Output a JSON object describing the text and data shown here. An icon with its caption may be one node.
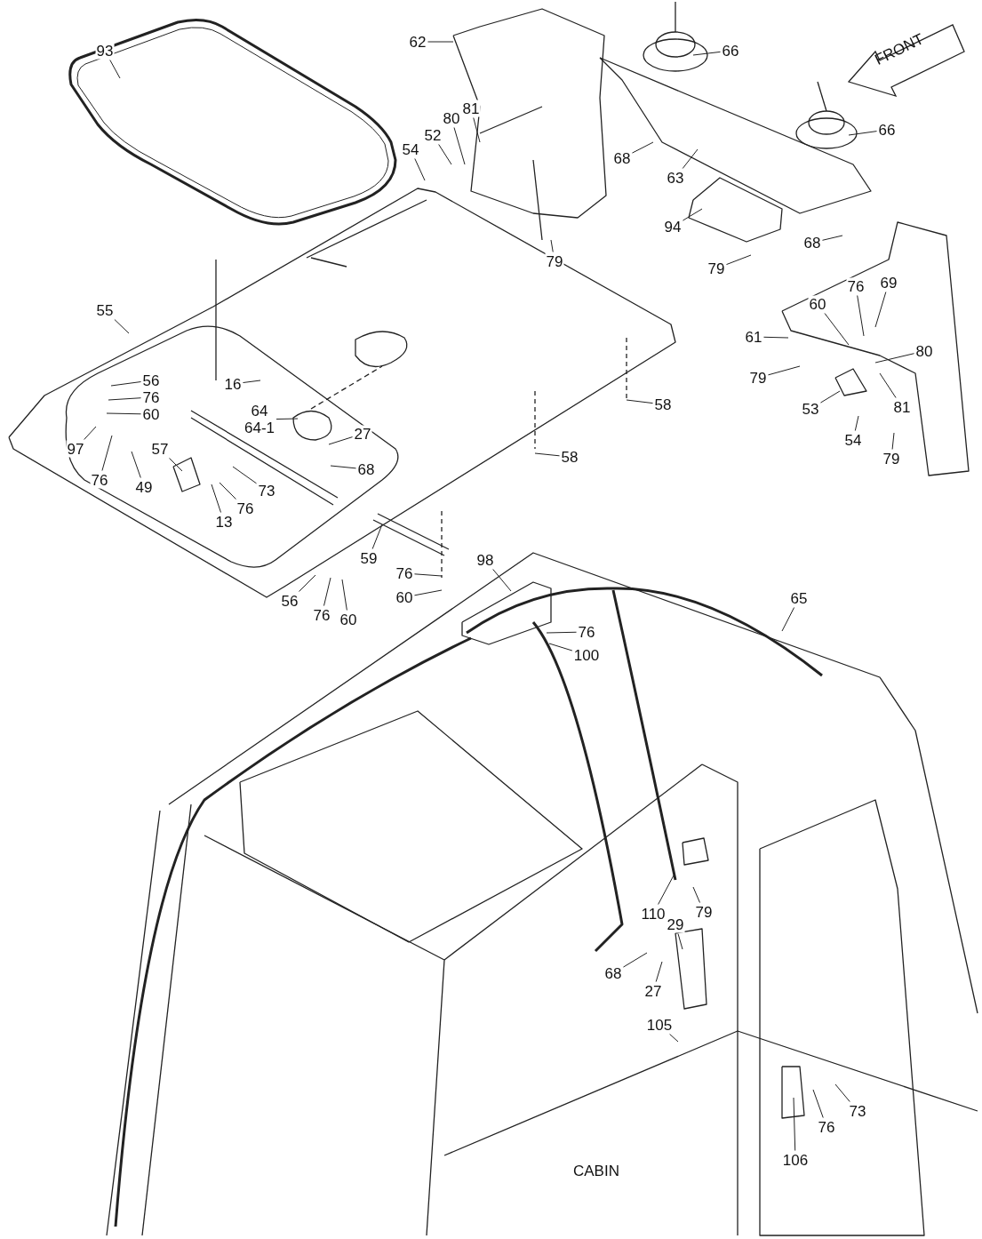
{
  "diagram": {
    "nodes": [
      {
        "text": [
          "93"
        ]
      },
      {
        "text": [
          "62"
        ]
      },
      {
        "text": [
          "80"
        ]
      },
      {
        "text": [
          "81"
        ]
      },
      {
        "text": [
          "52"
        ]
      },
      {
        "text": [
          "54"
        ]
      },
      {
        "text": [
          "66"
        ]
      },
      {
        "text": [
          "66"
        ]
      },
      {
        "text": [
          "68"
        ]
      },
      {
        "text": [
          "63"
        ]
      },
      {
        "text": [
          "94"
        ]
      },
      {
        "text": [
          "79"
        ]
      },
      {
        "text": [
          "79"
        ]
      },
      {
        "text": [
          "68"
        ]
      },
      {
        "text": [
          "55"
        ]
      },
      {
        "text": [
          "16"
        ]
      },
      {
        "text": [
          "56"
        ]
      },
      {
        "text": [
          "76"
        ]
      },
      {
        "text": [
          "60"
        ]
      },
      {
        "text": [
          "97"
        ]
      },
      {
        "text": [
          "76"
        ]
      },
      {
        "text": [
          "49"
        ]
      },
      {
        "text": [
          "64",
          "64-1"
        ]
      },
      {
        "text": [
          "27"
        ]
      },
      {
        "text": [
          "68"
        ]
      },
      {
        "text": [
          "57"
        ]
      },
      {
        "text": [
          "13"
        ]
      },
      {
        "text": [
          "76"
        ]
      },
      {
        "text": [
          "73"
        ]
      },
      {
        "text": [
          "59"
        ]
      },
      {
        "text": [
          "76"
        ]
      },
      {
        "text": [
          "60"
        ]
      },
      {
        "text": [
          "56"
        ]
      },
      {
        "text": [
          "76"
        ]
      },
      {
        "text": [
          "60"
        ]
      },
      {
        "text": [
          "69"
        ]
      },
      {
        "text": [
          "76"
        ]
      },
      {
        "text": [
          "60"
        ]
      },
      {
        "text": [
          "61"
        ]
      },
      {
        "text": [
          "80"
        ]
      },
      {
        "text": [
          "79"
        ]
      },
      {
        "text": [
          "53"
        ]
      },
      {
        "text": [
          "81"
        ]
      },
      {
        "text": [
          "54"
        ]
      },
      {
        "text": [
          "79"
        ]
      },
      {
        "text": [
          "58"
        ]
      },
      {
        "text": [
          "58"
        ]
      },
      {
        "text": [
          "98"
        ]
      },
      {
        "text": [
          "76"
        ]
      },
      {
        "text": [
          "100"
        ]
      },
      {
        "text": [
          "65"
        ]
      },
      {
        "text": [
          "110"
        ]
      },
      {
        "text": [
          "79"
        ]
      },
      {
        "text": [
          "29"
        ]
      },
      {
        "text": [
          "68"
        ]
      },
      {
        "text": [
          "27"
        ]
      },
      {
        "text": [
          "105"
        ]
      },
      {
        "text": [
          "76"
        ]
      },
      {
        "text": [
          "73"
        ]
      },
      {
        "text": [
          "106"
        ]
      }
    ],
    "edges": [
      {
        "from": 0,
        "to": null,
        "arrow": "none"
      },
      {
        "from": 1,
        "to": null,
        "arrow": "none"
      },
      {
        "from": 2,
        "to": null,
        "arrow": "none"
      },
      {
        "from": 3,
        "to": null,
        "arrow": "none"
      },
      {
        "from": 4,
        "to": null,
        "arrow": "none"
      },
      {
        "from": 5,
        "to": null,
        "arrow": "none"
      },
      {
        "from": 6,
        "to": null,
        "arrow": "none"
      },
      {
        "from": 7,
        "to": null,
        "arrow": "none"
      },
      {
        "from": 8,
        "to": null,
        "arrow": "none"
      },
      {
        "from": 9,
        "to": null,
        "arrow": "none"
      },
      {
        "from": 10,
        "to": null,
        "arrow": "none"
      },
      {
        "from": 11,
        "to": null,
        "arrow": "none"
      },
      {
        "from": 12,
        "to": null,
        "arrow": "none"
      },
      {
        "from": 13,
        "to": null,
        "arrow": "none"
      },
      {
        "from": 14,
        "to": null,
        "arrow": "none"
      },
      {
        "from": 15,
        "to": null,
        "arrow": "none"
      },
      {
        "from": 16,
        "to": null,
        "arrow": "none"
      },
      {
        "from": 17,
        "to": null,
        "arrow": "none"
      },
      {
        "from": 18,
        "to": null,
        "arrow": "none"
      },
      {
        "from": 19,
        "to": null,
        "arrow": "none"
      },
      {
        "from": 20,
        "to": null,
        "arrow": "none"
      },
      {
        "from": 21,
        "to": null,
        "arrow": "none"
      },
      {
        "from": 22,
        "to": null,
        "arrow": "none"
      },
      {
        "from": 23,
        "to": null,
        "arrow": "none"
      },
      {
        "from": 24,
        "to": null,
        "arrow": "none"
      },
      {
        "from": 25,
        "to": null,
        "arrow": "none"
      },
      {
        "from": 26,
        "to": null,
        "arrow": "none"
      },
      {
        "from": 27,
        "to": null,
        "arrow": "none"
      },
      {
        "from": 28,
        "to": null,
        "arrow": "none"
      },
      {
        "from": 29,
        "to": null,
        "arrow": "none"
      },
      {
        "from": 30,
        "to": null,
        "arrow": "none"
      },
      {
        "from": 31,
        "to": null,
        "arrow": "none"
      },
      {
        "from": 32,
        "to": null,
        "arrow": "none"
      },
      {
        "from": 33,
        "to": null,
        "arrow": "none"
      },
      {
        "from": 34,
        "to": null,
        "arrow": "none"
      },
      {
        "from": 35,
        "to": null,
        "arrow": "none"
      },
      {
        "from": 36,
        "to": null,
        "arrow": "none"
      },
      {
        "from": 37,
        "to": null,
        "arrow": "none"
      },
      {
        "from": 38,
        "to": null,
        "arrow": "none"
      },
      {
        "from": 39,
        "to": null,
        "arrow": "none"
      },
      {
        "from": 40,
        "to": null,
        "arrow": "none"
      },
      {
        "from": 41,
        "to": null,
        "arrow": "none"
      },
      {
        "from": 42,
        "to": null,
        "arrow": "none"
      },
      {
        "from": 43,
        "to": null,
        "arrow": "none"
      },
      {
        "from": 44,
        "to": null,
        "arrow": "none"
      },
      {
        "from": 45,
        "to": null,
        "arrow": "none"
      },
      {
        "from": 46,
        "to": null,
        "arrow": "none"
      },
      {
        "from": 47,
        "to": null,
        "arrow": "none"
      },
      {
        "from": 48,
        "to": null,
        "arrow": "none"
      },
      {
        "from": 49,
        "to": null,
        "arrow": "none"
      },
      {
        "from": 50,
        "to": null,
        "arrow": "none"
      },
      {
        "from": 51,
        "to": null,
        "arrow": "none"
      },
      {
        "from": 52,
        "to": null,
        "arrow": "none"
      },
      {
        "from": 53,
        "to": null,
        "arrow": "none"
      },
      {
        "from": 54,
        "to": null,
        "arrow": "none"
      },
      {
        "from": 55,
        "to": null,
        "arrow": "none"
      },
      {
        "from": 56,
        "to": null,
        "arrow": "none"
      },
      {
        "from": 57,
        "to": null,
        "arrow": "none"
      },
      {
        "from": 58,
        "to": null,
        "arrow": "none"
      },
      {
        "from": 59,
        "to": null,
        "arrow": "none"
      }
    ],
    "labels": [
      "FRONT",
      "CABIN"
    ]
  }
}
